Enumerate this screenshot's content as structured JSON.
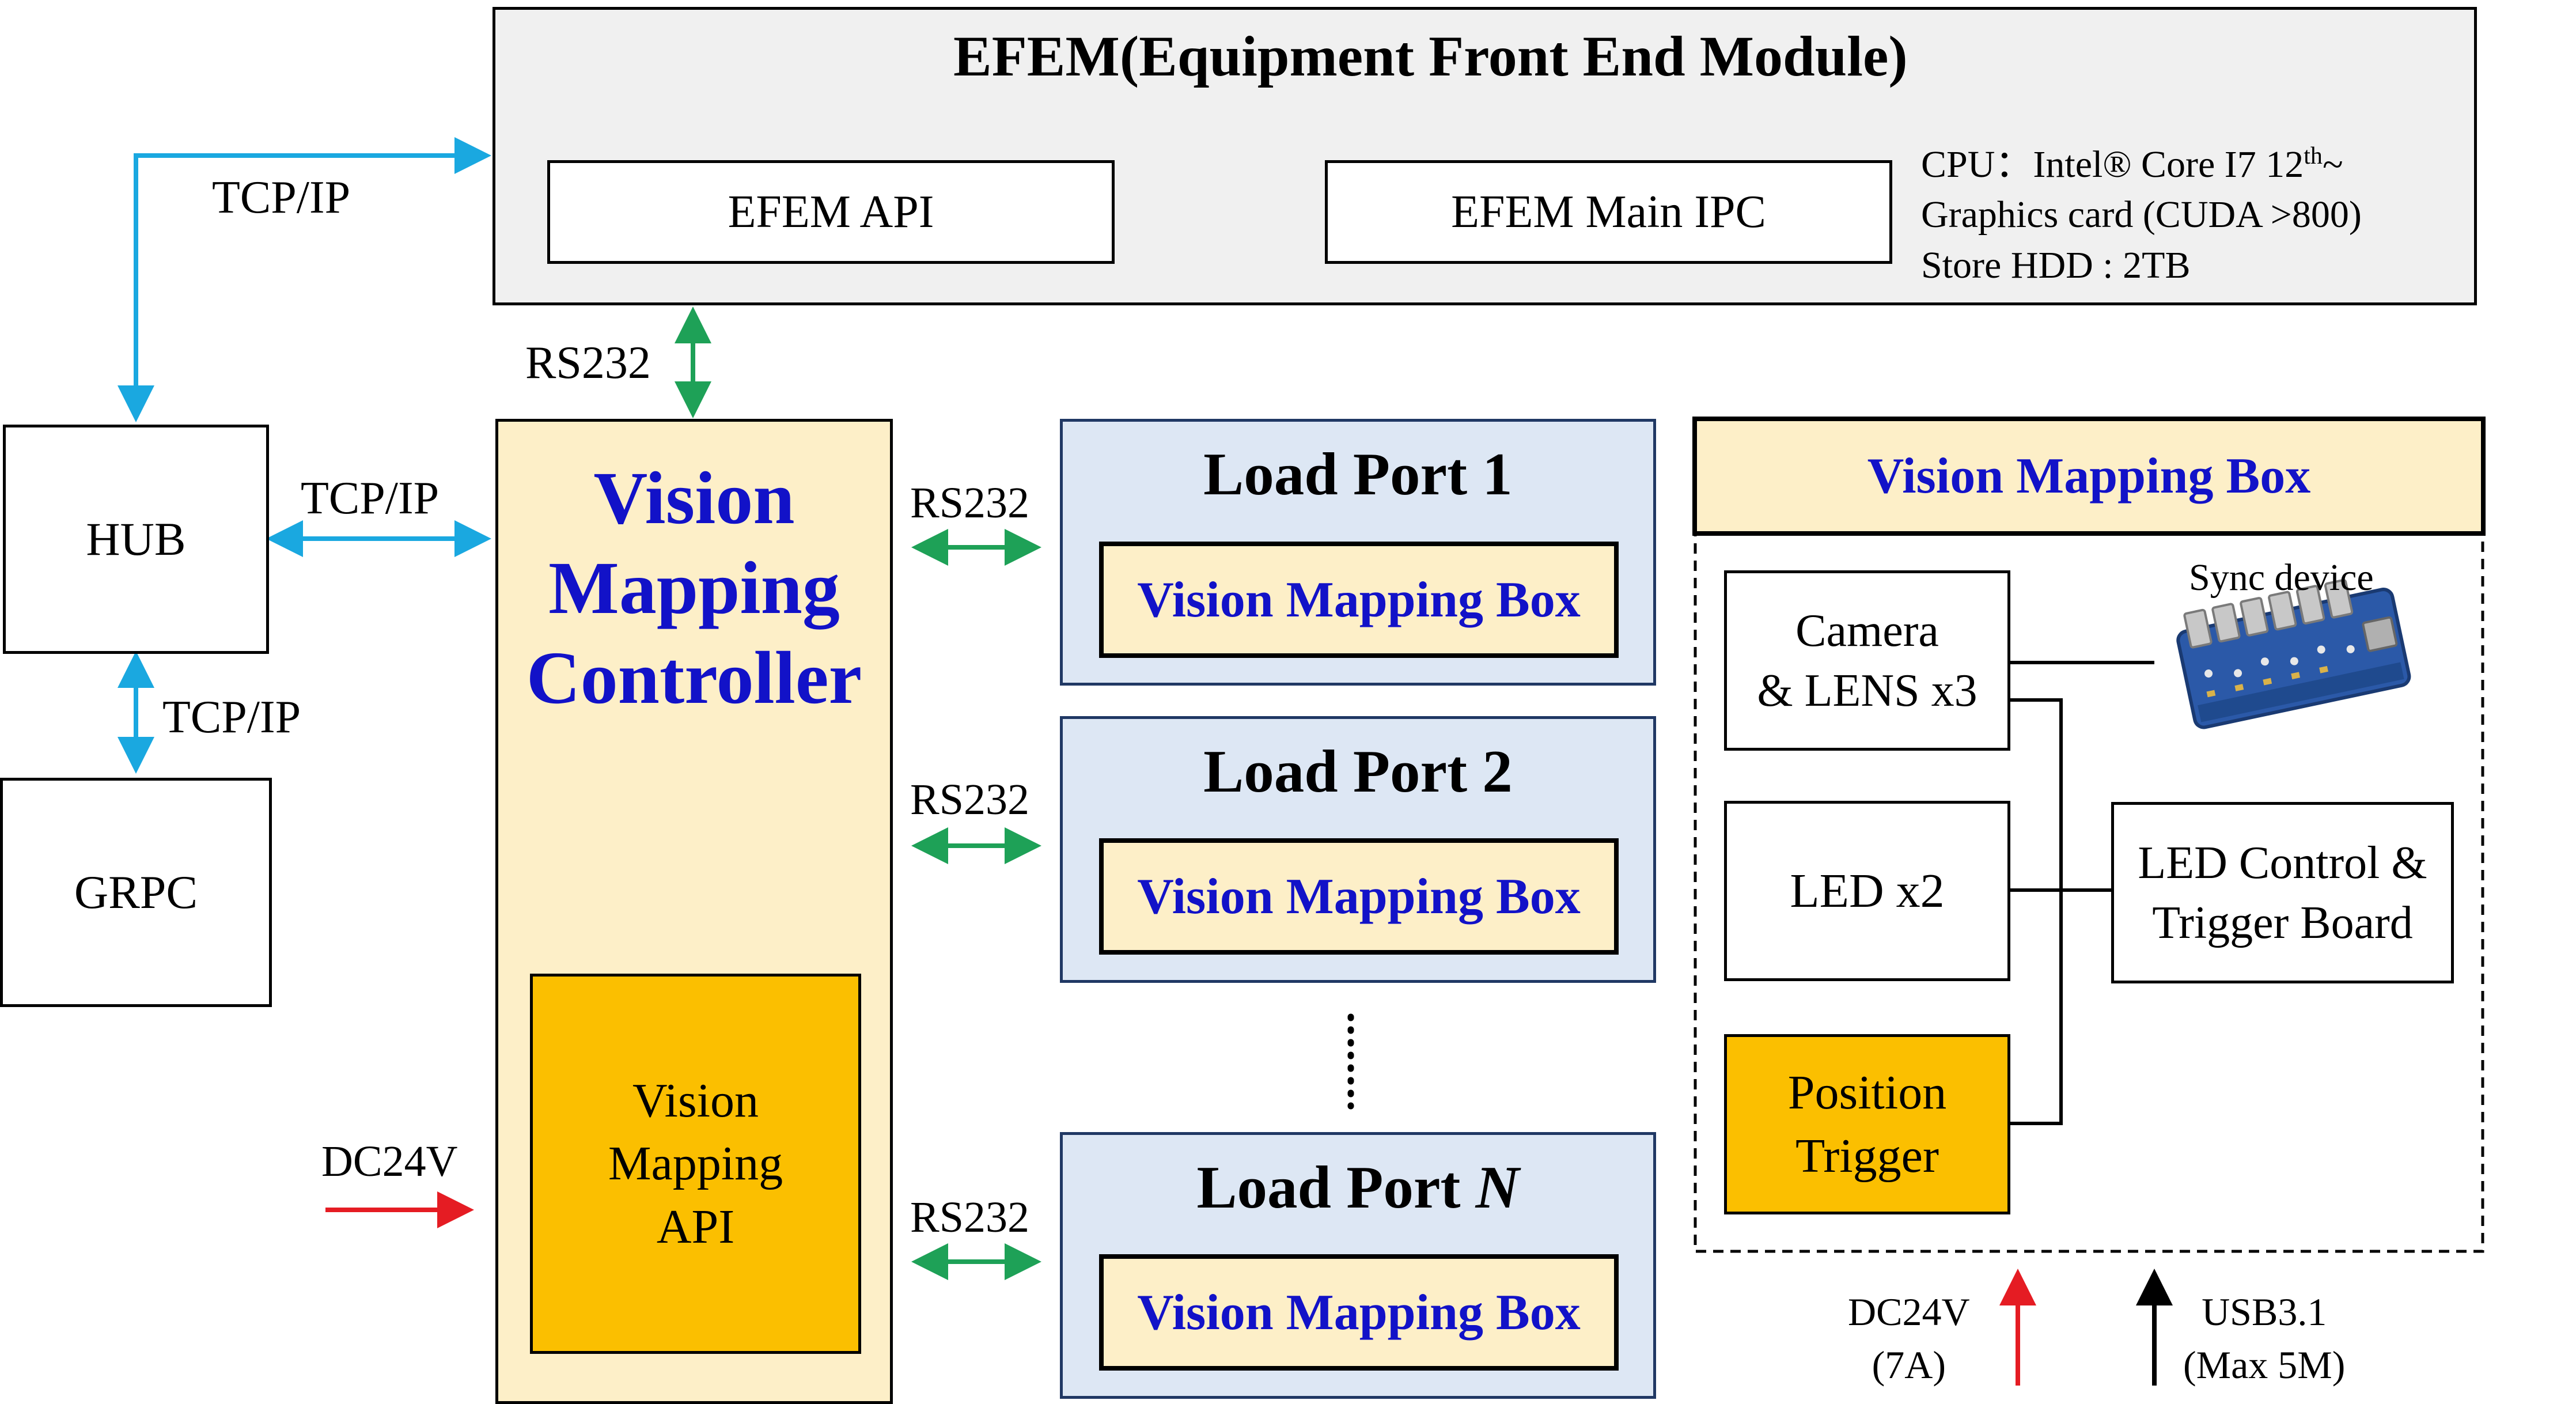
{
  "efem": {
    "title": "EFEM(Equipment Front End Module)",
    "api_label": "EFEM API",
    "main_ipc_label": "EFEM Main IPC",
    "spec_cpu_prefix": "CPU：Intel® Core  I7 12",
    "spec_cpu_sup": "th",
    "spec_cpu_suffix": "~",
    "spec_gpu": "Graphics card (CUDA >800)",
    "spec_hdd": "Store HDD : 2TB"
  },
  "hub": {
    "label": "HUB"
  },
  "grpc": {
    "label": "GRPC"
  },
  "controller": {
    "title_line1": "Vision",
    "title_line2": "Mapping",
    "title_line3": "Controller",
    "api_line1": "Vision",
    "api_line2": "Mapping",
    "api_line3": "API"
  },
  "connections": {
    "tcpip_efem_hub": "TCP/IP",
    "tcpip_hub_controller": "TCP/IP",
    "tcpip_hub_grpc": "TCP/IP",
    "rs232_efem_controller": "RS232",
    "rs232_lp1": "RS232",
    "rs232_lp2": "RS232",
    "rs232_lpn": "RS232",
    "dc24v_controller": "DC24V"
  },
  "load_ports": [
    {
      "title": "Load Port 1",
      "box_label": "Vision Mapping Box"
    },
    {
      "title": "Load Port 2",
      "box_label": "Vision Mapping Box"
    },
    {
      "title_prefix": "Load Port ",
      "title_italic": "N",
      "box_label": "Vision Mapping Box"
    }
  ],
  "detail": {
    "header": "Vision Mapping Box",
    "camera_line1": "Camera",
    "camera_line2": "& LENS x3",
    "led": "LED x2",
    "position_line1": "Position",
    "position_line2": "Trigger",
    "led_control_line1": "LED Control &",
    "led_control_line2": "Trigger Board",
    "sync_device": "Sync device",
    "dc24v_line1": "DC24V",
    "dc24v_line2": "(7A)",
    "usb_line1": "USB3.1",
    "usb_line2": "(Max 5M)"
  },
  "colors": {
    "blue_link": "#1aa8e0",
    "green_link": "#1ea157",
    "red_power": "#e51c23",
    "title_blue": "#1212c8",
    "cream": "#fdefc8",
    "orange": "#fbbf00",
    "light_blue_fill": "#dde7f4",
    "navy_border": "#203864",
    "efem_fill": "#f0f0f0"
  }
}
